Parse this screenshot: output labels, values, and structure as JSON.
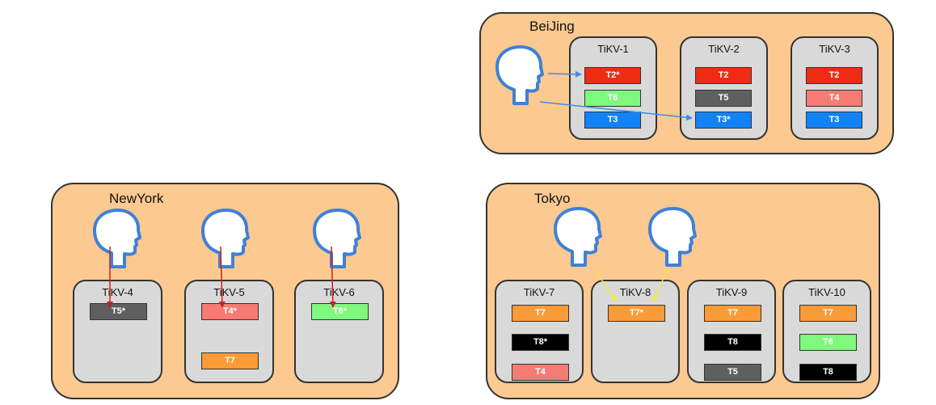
{
  "colors": {
    "red": "#ee2c12",
    "green": "#7ff87e",
    "blue": "#1183f7",
    "gray": "#5f5f5f",
    "salmon": "#f57b74",
    "orange": "#f99b36",
    "black": "#000000",
    "arrow_blue": "#3a8ee6",
    "arrow_red": "#cc1f1f",
    "arrow_yellow": "#f2ea3a"
  },
  "regions": {
    "beijing": {
      "name": "BeiJing",
      "stores": [
        {
          "label": "TiKV-1",
          "tablets": [
            {
              "text": "T2*",
              "color": "red"
            },
            {
              "text": "T6",
              "color": "green"
            },
            {
              "text": "T3",
              "color": "blue"
            }
          ]
        },
        {
          "label": "TiKV-2",
          "tablets": [
            {
              "text": "T2",
              "color": "red"
            },
            {
              "text": "T5",
              "color": "gray"
            },
            {
              "text": "T3*",
              "color": "blue"
            }
          ]
        },
        {
          "label": "TiKV-3",
          "tablets": [
            {
              "text": "T2",
              "color": "red"
            },
            {
              "text": "T4",
              "color": "salmon"
            },
            {
              "text": "T3",
              "color": "blue"
            }
          ]
        }
      ]
    },
    "newyork": {
      "name": "NewYork",
      "stores": [
        {
          "label": "TiKV-4",
          "tablets": [
            {
              "text": "T5*",
              "color": "gray"
            }
          ]
        },
        {
          "label": "TiKV-5",
          "tablets": [
            {
              "text": "T4*",
              "color": "salmon"
            },
            {
              "text": "T7",
              "color": "orange"
            }
          ]
        },
        {
          "label": "TiKV-6",
          "tablets": [
            {
              "text": "T6*",
              "color": "green"
            }
          ]
        }
      ]
    },
    "tokyo": {
      "name": "Tokyo",
      "stores": [
        {
          "label": "TiKV-7",
          "tablets": [
            {
              "text": "T7",
              "color": "orange"
            },
            {
              "text": "T8*",
              "color": "black"
            },
            {
              "text": "T4",
              "color": "salmon"
            }
          ]
        },
        {
          "label": "TiKV-8",
          "tablets": [
            {
              "text": "T7*",
              "color": "orange"
            }
          ]
        },
        {
          "label": "TiKV-9",
          "tablets": [
            {
              "text": "T7",
              "color": "orange"
            },
            {
              "text": "T8",
              "color": "black"
            },
            {
              "text": "T5",
              "color": "gray"
            }
          ]
        },
        {
          "label": "TiKV-10",
          "tablets": [
            {
              "text": "T7",
              "color": "orange"
            },
            {
              "text": "T6",
              "color": "green"
            },
            {
              "text": "T8",
              "color": "black"
            }
          ]
        }
      ]
    }
  }
}
